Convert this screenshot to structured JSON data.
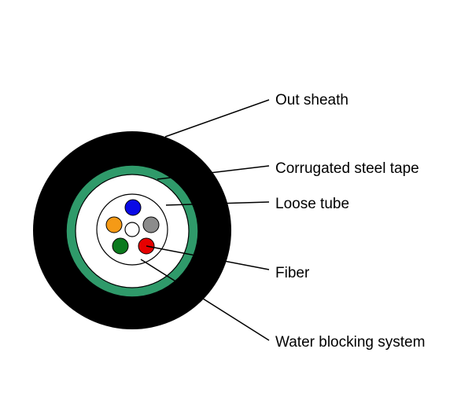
{
  "labels": {
    "out_sheath": "Out sheath",
    "corrugated_steel_tape": "Corrugated steel tape",
    "loose_tube": "Loose tube",
    "fiber": "Fiber",
    "water_blocking_system": "Water blocking system"
  },
  "colors": {
    "outer_sheath": "#000000",
    "steel_tape": "#2f9a6a",
    "background": "#ffffff",
    "leader_line": "#000000"
  },
  "fibers": [
    {
      "color_name": "blue",
      "color": "#0a0ae6"
    },
    {
      "color_name": "gray",
      "color": "#8c8c8c"
    },
    {
      "color_name": "red",
      "color": "#e60000"
    },
    {
      "color_name": "green",
      "color": "#0b7a1e"
    },
    {
      "color_name": "orange",
      "color": "#f59a16"
    }
  ]
}
